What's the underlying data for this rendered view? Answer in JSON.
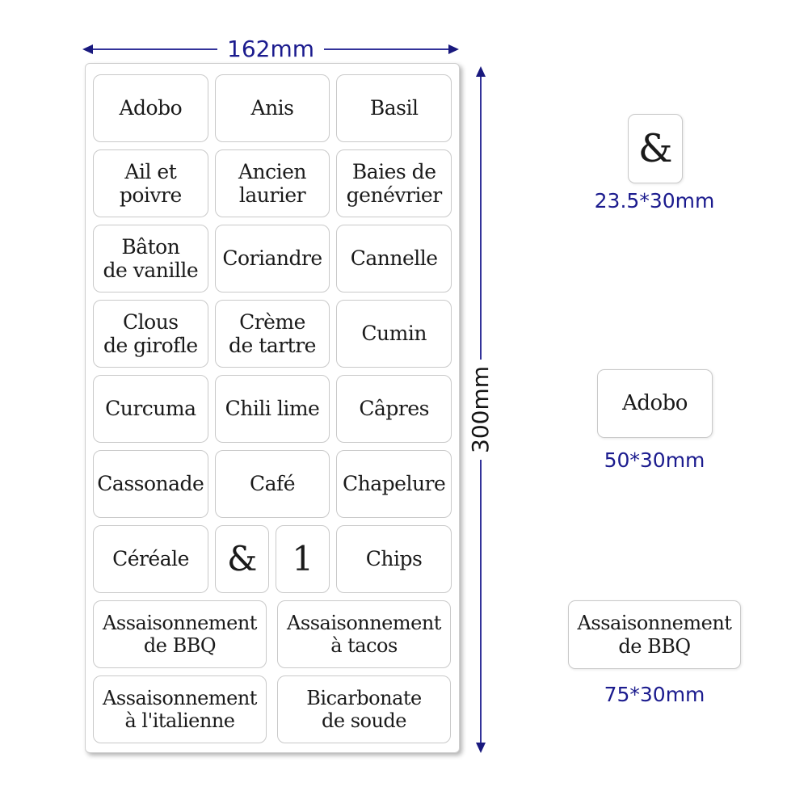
{
  "dimensions": {
    "sheet_width": "162mm",
    "sheet_height": "300mm"
  },
  "colors": {
    "dimension_navy": "#1b1b8e",
    "height_text": "#141414",
    "label_border": "#c9c9c9",
    "label_text": "#1a1a1a"
  },
  "sheet": {
    "rows": [
      {
        "cells": [
          {
            "text": "Adobo"
          },
          {
            "text": "Anis"
          },
          {
            "text": "Basil"
          }
        ]
      },
      {
        "cells": [
          {
            "text": "Ail et\npoivre"
          },
          {
            "text": "Ancien\nlaurier"
          },
          {
            "text": "Baies de\ngenévrier"
          }
        ]
      },
      {
        "cells": [
          {
            "text": "Bâton\nde vanille"
          },
          {
            "text": "Coriandre"
          },
          {
            "text": "Cannelle"
          }
        ]
      },
      {
        "cells": [
          {
            "text": "Clous\nde girofle"
          },
          {
            "text": "Crème\nde tartre"
          },
          {
            "text": "Cumin"
          }
        ]
      },
      {
        "cells": [
          {
            "text": "Curcuma"
          },
          {
            "text": "Chili lime"
          },
          {
            "text": "Câpres"
          }
        ]
      },
      {
        "cells": [
          {
            "text": "Cassonade"
          },
          {
            "text": "Café"
          },
          {
            "text": "Chapelure"
          }
        ]
      },
      {
        "cells": [
          {
            "text": "Céréale"
          },
          {
            "text": "&"
          },
          {
            "text": "1"
          },
          {
            "text": "Chips"
          }
        ]
      },
      {
        "cells": [
          {
            "text": "Assaisonnement\nde BBQ"
          },
          {
            "text": "Assaisonnement\nà tacos"
          }
        ]
      },
      {
        "cells": [
          {
            "text": "Assaisonnement\nà l'italienne"
          },
          {
            "text": "Bicarbonate\nde soude"
          }
        ]
      }
    ]
  },
  "samples": {
    "small": {
      "text": "&",
      "size": "23.5*30mm"
    },
    "medium": {
      "text": "Adobo",
      "size": "50*30mm"
    },
    "large": {
      "text": "Assaisonnement\nde BBQ",
      "size": "75*30mm"
    }
  }
}
